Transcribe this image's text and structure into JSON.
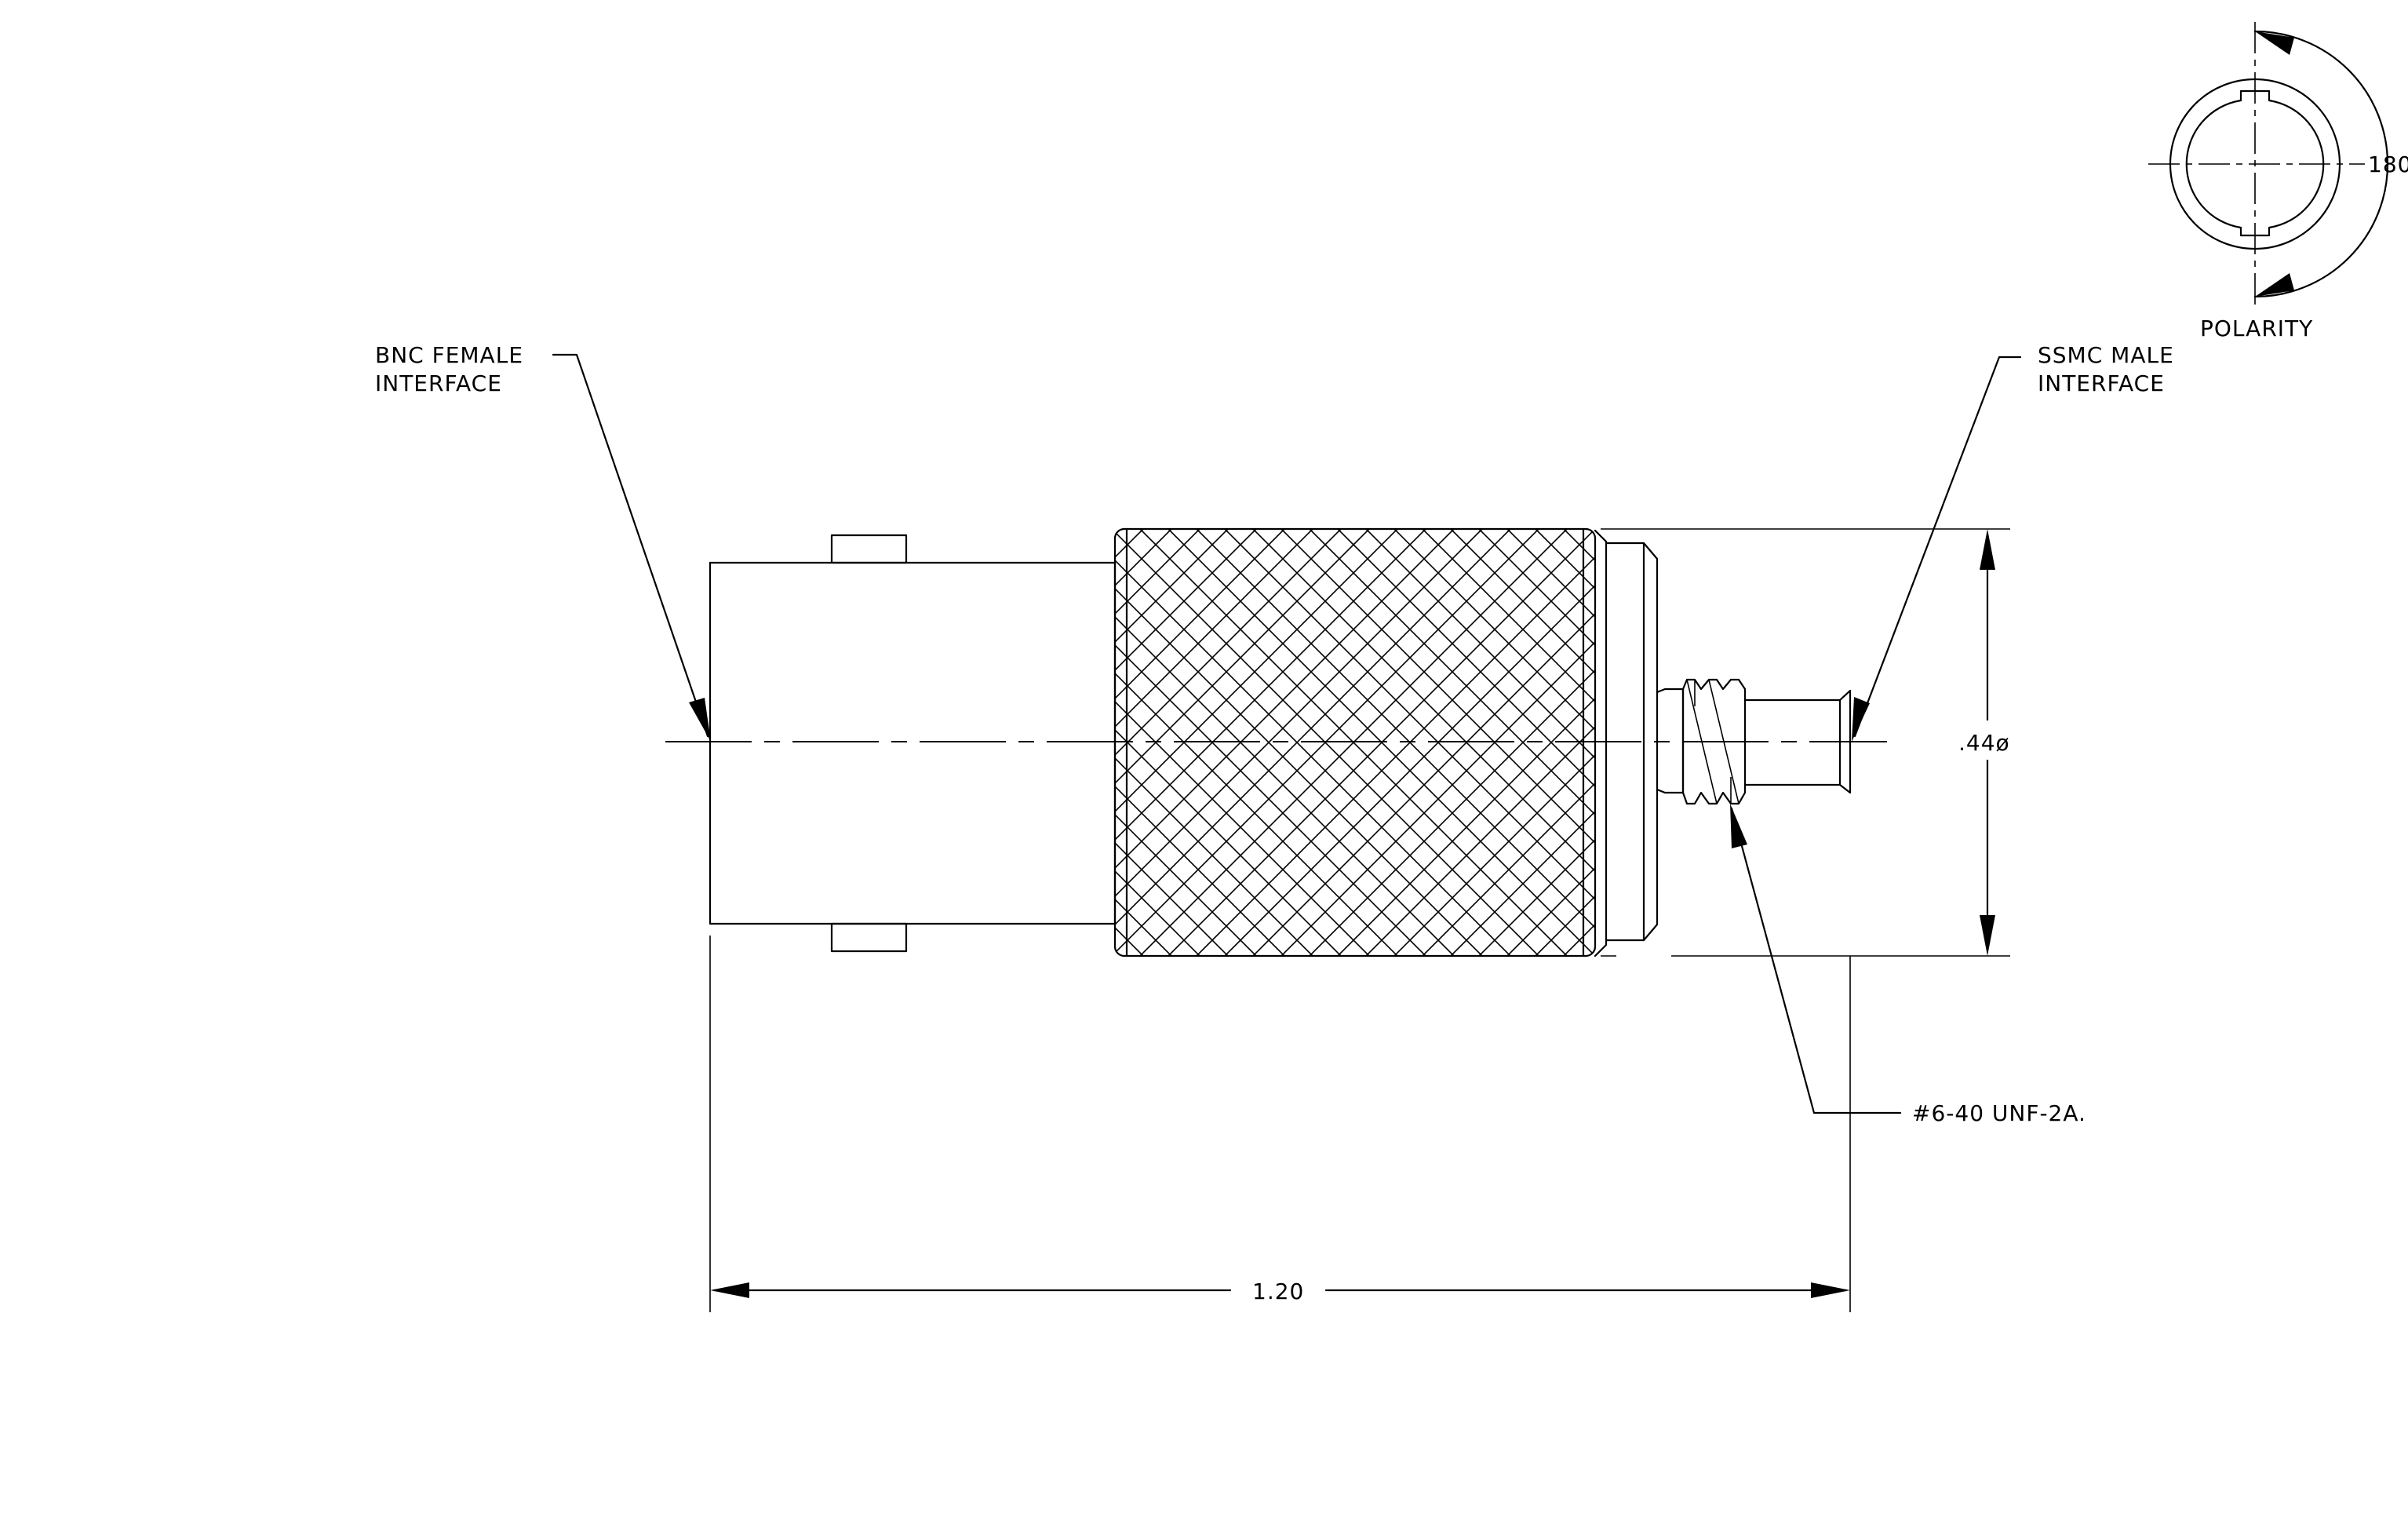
{
  "labels": {
    "bnc_line1": "BNC FEMALE",
    "bnc_line2": "INTERFACE",
    "ssmc_line1": "SSMC MALE",
    "ssmc_line2": "INTERFACE",
    "thread": "#6-40 UNF-2A.",
    "polarity": "POLARITY",
    "polarity_angle": "180",
    "diameter": ".44ø",
    "length": "1.20"
  }
}
